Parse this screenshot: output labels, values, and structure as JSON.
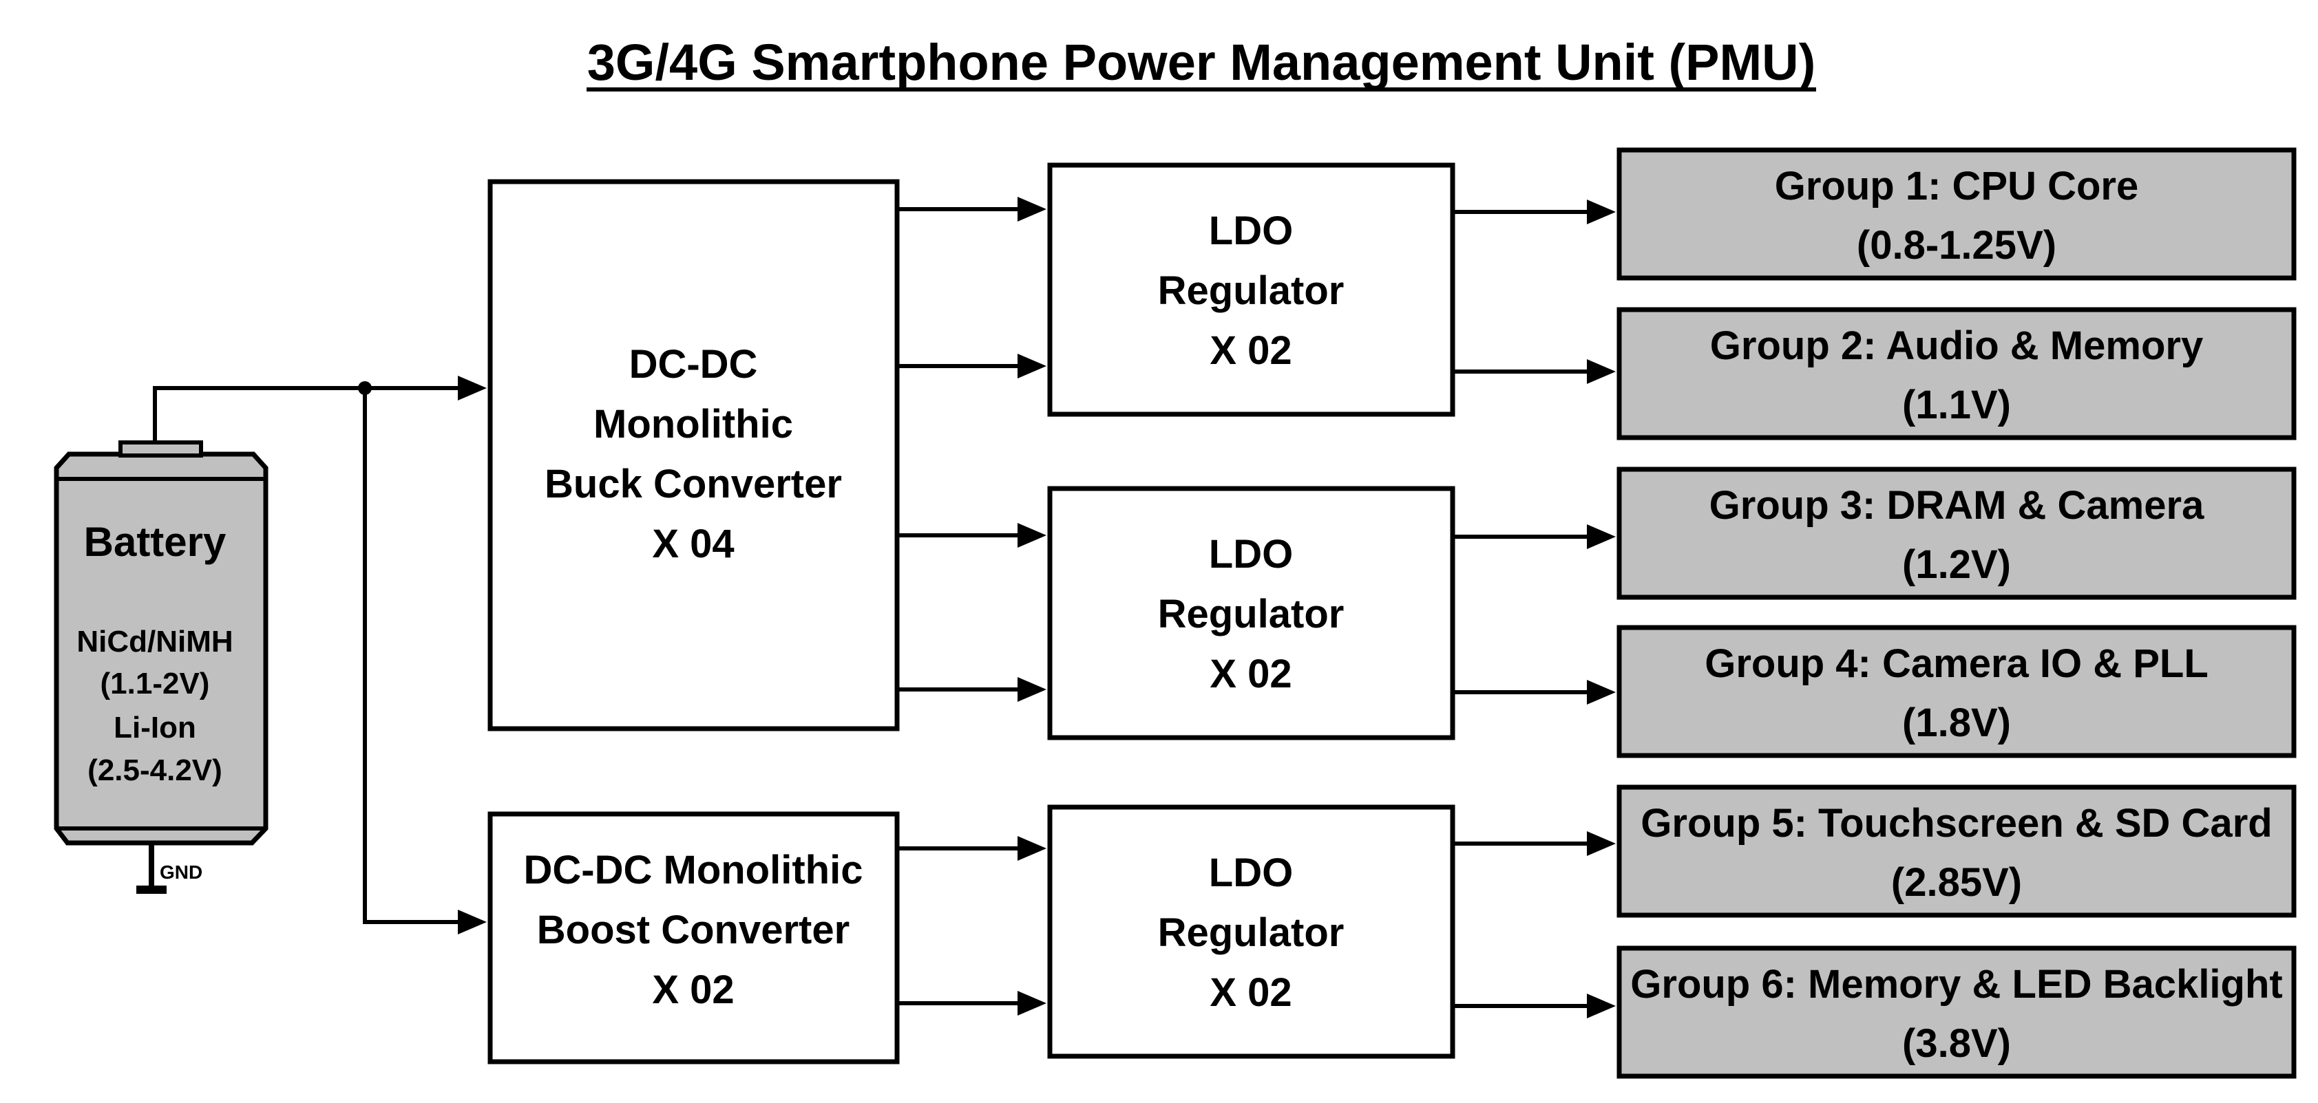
{
  "title": "3G/4G Smartphone Power Management Unit (PMU)",
  "battery": {
    "label": "Battery",
    "chem1": "NiCd/NiMH",
    "range1": "(1.1-2V)",
    "chem2": "Li-Ion",
    "range2": "(2.5-4.2V)",
    "gnd": "GND"
  },
  "buck": {
    "line1": "DC-DC",
    "line2": "Monolithic",
    "line3": "Buck Converter",
    "line4": "X 04"
  },
  "boost": {
    "line1": "DC-DC Monolithic",
    "line2": "Boost Converter",
    "line3": "X 02"
  },
  "ldo": [
    {
      "line1": "LDO",
      "line2": "Regulator",
      "line3": "X 02"
    },
    {
      "line1": "LDO",
      "line2": "Regulator",
      "line3": "X 02"
    },
    {
      "line1": "LDO",
      "line2": "Regulator",
      "line3": "X 02"
    }
  ],
  "groups": [
    {
      "name": "Group 1: CPU Core",
      "voltage": "(0.8-1.25V)"
    },
    {
      "name": "Group 2: Audio & Memory",
      "voltage": "(1.1V)"
    },
    {
      "name": "Group 3: DRAM & Camera",
      "voltage": "(1.2V)"
    },
    {
      "name": "Group 4: Camera IO & PLL",
      "voltage": "(1.8V)"
    },
    {
      "name": "Group 5: Touchscreen & SD Card",
      "voltage": "(2.85V)"
    },
    {
      "name": "Group 6: Memory & LED Backlight",
      "voltage": "(3.8V)"
    }
  ],
  "colors": {
    "group_fill": "#c0c0c0",
    "battery_fill": "#c0c0c0",
    "line": "#000000"
  }
}
